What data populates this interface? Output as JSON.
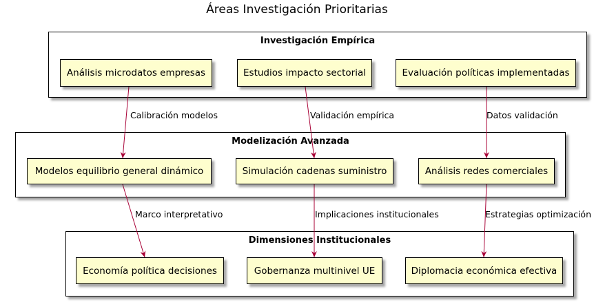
{
  "title": "Áreas Investigación Prioritarias",
  "groups": {
    "empirica": {
      "label": "Investigación Empírica",
      "nodes": [
        "Análisis microdatos empresas",
        "Estudios impacto sectorial",
        "Evaluación políticas implementadas"
      ]
    },
    "modelizacion": {
      "label": "Modelización Avanzada",
      "nodes": [
        "Modelos equilibrio general dinámico",
        "Simulación cadenas suministro",
        "Análisis redes comerciales"
      ]
    },
    "institucional": {
      "label": "Dimensiones Institucionales",
      "nodes": [
        "Economía política decisiones",
        "Gobernanza multinivel UE",
        "Diplomacia económica efectiva"
      ]
    }
  },
  "edges": [
    {
      "from": "Análisis microdatos empresas",
      "to": "Modelos equilibrio general dinámico",
      "label": "Calibración modelos"
    },
    {
      "from": "Estudios impacto sectorial",
      "to": "Simulación cadenas suministro",
      "label": "Validación empírica"
    },
    {
      "from": "Evaluación políticas implementadas",
      "to": "Análisis redes comerciales",
      "label": "Datos validación"
    },
    {
      "from": "Modelos equilibrio general dinámico",
      "to": "Economía política decisiones",
      "label": "Marco interpretativo"
    },
    {
      "from": "Simulación cadenas suministro",
      "to": "Gobernanza multinivel UE",
      "label": "Implicaciones institucionales"
    },
    {
      "from": "Análisis redes comerciales",
      "to": "Diplomacia económica efectiva",
      "label": "Estrategias optimización"
    }
  ],
  "colors": {
    "node_fill": "#FEFECE",
    "edge": "#A80036"
  }
}
